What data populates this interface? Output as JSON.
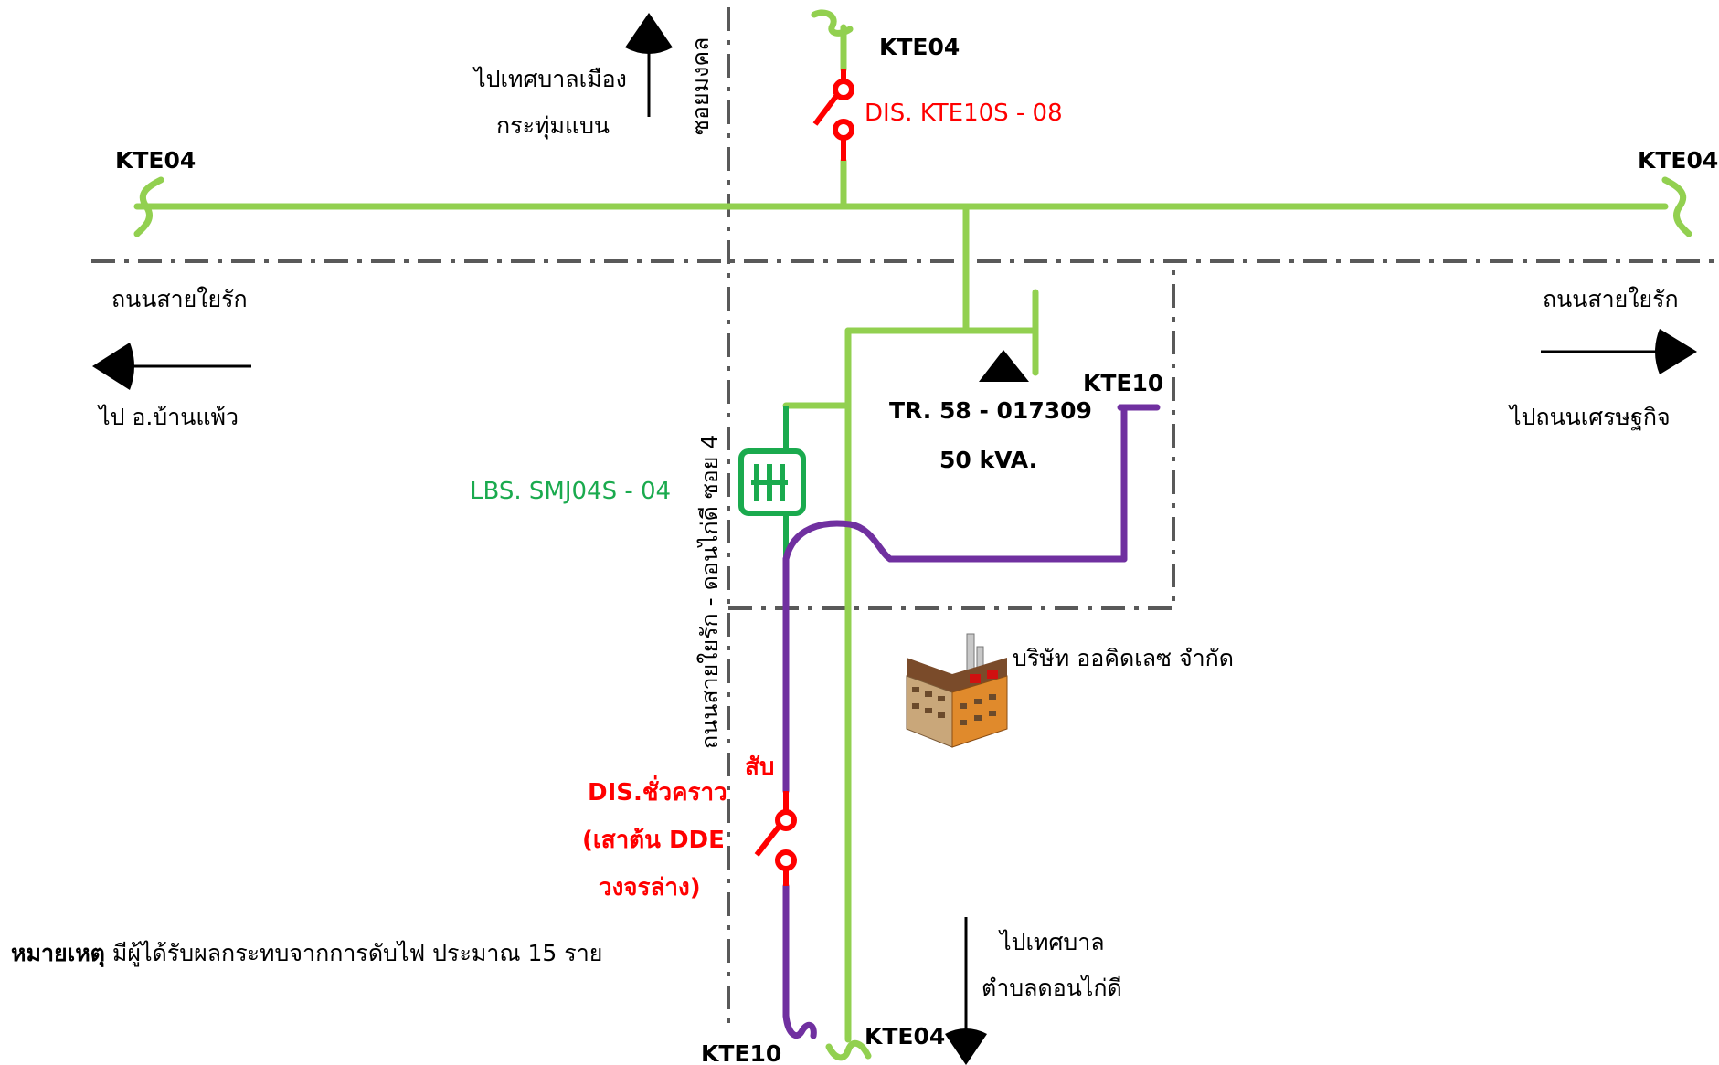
{
  "colors": {
    "feeder_green": "#92d050",
    "feeder_purple": "#7030a0",
    "switch_red": "#ff0000",
    "lbs_green": "#1aaa4e",
    "road_dash": "#595959",
    "arrow": "#000000"
  },
  "feeders": {
    "top": "KTE04",
    "left": "KTE04",
    "right": "KTE04",
    "bottom_green": "KTE04",
    "bottom_purple": "KTE10",
    "tr_right": "KTE10"
  },
  "switches": {
    "top_dis": "DIS. KTE10S - 08",
    "lbs": "LBS. SMJ04S - 04",
    "temp_dis_state": "สับ",
    "temp_dis_line1": "DIS.ชั่วคราว",
    "temp_dis_line2": "(เสาต้น DDE",
    "temp_dis_line3": "วงจรล่าง)"
  },
  "transformer": {
    "id": "TR. 58 - 017309",
    "rating": "50 kVA."
  },
  "roads": {
    "soi_top": "ซอยมงคล",
    "vertical": "ถนนสายใยรัก - ดอนไก่ดี ซอย 4",
    "left_road": "ถนนสายใยรัก",
    "right_road": "ถนนสายใยรัก"
  },
  "directions": {
    "to_top_line1": "ไปเทศบาลเมือง",
    "to_top_line2": "กระทุ่มแบน",
    "to_left": "ไป อ.บ้านแพ้ว",
    "to_right": "ไปถนนเศรษฐกิจ",
    "to_bottom_line1": "ไปเทศบาล",
    "to_bottom_line2": "ตำบลดอนไก่ดี"
  },
  "customer": {
    "name": "บริษัท ออคิดเลซ จำกัด",
    "icon": "factory-icon"
  },
  "note": {
    "label": "หมายเหตุ",
    "text": " มีผู้ได้รับผลกระทบจากการดับไฟ ประมาณ 15 ราย"
  }
}
